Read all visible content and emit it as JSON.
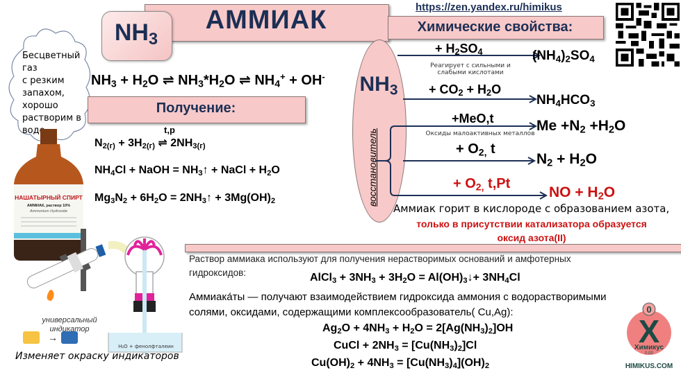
{
  "header": {
    "title": "АММИАК",
    "formula": {
      "base": "NH",
      "sub": "3"
    },
    "url": "https://zen.yandex.ru/himikus"
  },
  "properties_note": {
    "lines": [
      "Бесцветный газ",
      "с резким",
      "запахом,",
      "хорошо",
      "растворим в",
      "воде"
    ]
  },
  "hydration": {
    "p1": "NH",
    "s1": "3",
    "p2": " + H",
    "s2": "2",
    "p3": "O ⇌ NH",
    "s3": "3",
    "p4": "*H",
    "s4": "2",
    "p5": "O ⇌ NH",
    "s5": "4",
    "sup1": "+",
    "p6": " + OH",
    "sup2": "-"
  },
  "obtaining": {
    "title": "Получение:",
    "conditions": "t,p",
    "eq1": {
      "a": "N",
      "a_sub": "2(г)",
      "b": " + 3H",
      "b_sub": "2(г)",
      "arrow": " ⇌ ",
      "c": "2NH",
      "c_sub": "3(г)"
    },
    "eq2": {
      "a": "NH",
      "a_sub": "4",
      "b": "Cl + NaOH = NH",
      "b_sub": "3",
      "c": "↑ + NaCl + H",
      "c_sub": "2",
      "d": "O"
    },
    "eq3": {
      "a": "Mg",
      "a_sub": "3",
      "b": "N",
      "b_sub": "2",
      "c": " + 6H",
      "c_sub": "2",
      "d": "O = 2NH",
      "d_sub": "3",
      "e": "↑ + 3Mg(OH)",
      "e_sub": "2"
    }
  },
  "chemical_properties": {
    "title": "Химические свойства:",
    "center": {
      "base": "NH",
      "sub": "3"
    },
    "reducer_label": "восстановитель",
    "reactions": [
      {
        "reagent": "+  H",
        "reagent_sub": "2",
        "reagent_tail": "SO",
        "reagent_sub2": "4",
        "note": "Реагирует с сильными и",
        "note2": "слабыми кислотами",
        "product": "(NH",
        "product_sub": "4",
        "product_tail": ")",
        "product_sub2": "2",
        "product_tail2": "SO",
        "product_sub3": "4"
      },
      {
        "reagent": "+ CO",
        "reagent_sub": "2",
        "reagent_tail": " + H",
        "reagent_sub2": "2",
        "reagent_tail2": "O",
        "product": "NH",
        "product_sub": "4",
        "product_tail": "HCO",
        "product_sub2": "3"
      },
      {
        "reagent": "+MeO,t",
        "note": "Оксиды малоактивных металлов",
        "product": "Me +N",
        "product_sub": "2",
        "product_tail": " +H",
        "product_sub2": "2",
        "product_tail2": "O"
      },
      {
        "reagent": "+ O",
        "reagent_sub": "2,",
        "reagent_tail": " t",
        "product": "N",
        "product_sub": "2",
        "product_tail": " + H",
        "product_sub2": "2",
        "product_tail2": "O"
      },
      {
        "reagent": "+ O",
        "reagent_sub": "2,",
        "reagent_tail": "  t,Pt",
        "product": "NO + H",
        "product_sub": "2",
        "product_tail": "O",
        "highlight": true
      }
    ],
    "burn_note": "Аммиак горит в кислороде с образованием азота,",
    "catalyst_note_1": "только в присутствии  катализатора  образуется",
    "catalyst_note_2": "оксид азота(II)"
  },
  "solution_use": {
    "text1": "Раствор аммиака используют для получения нерастворимых  оснований и амфотерных",
    "text2": "гидроксидов:",
    "eq": {
      "a": "AlCl",
      "a_sub": "3",
      "b": " + 3NH",
      "b_sub": "3",
      "c": " + 3H",
      "c_sub": "2",
      "d": "O = Al(OH)",
      "d_sub": "3",
      "e": "↓+ 3NH",
      "e_sub": "4",
      "f": "Cl"
    }
  },
  "ammoniates": {
    "text1": "Аммиака́ты — получают взаимодействием гидроксида аммония с водорастворимыми",
    "text2": "солями, оксидами, содержащими комплексообразователь( Cu,Ag):",
    "eq1": {
      "a": "Ag",
      "a_sub": "2",
      "b": "O + 4NH",
      "b_sub": "3",
      "c": " + H",
      "c_sub": "2",
      "d": "O = 2[Ag(NH",
      "d_sub": "3",
      "e": ")",
      "e_sub": "2",
      "f": "]OH"
    },
    "eq2": {
      "a": "CuCl + 2NH",
      "a_sub": "3",
      "b": " = [Cu(NH",
      "b_sub": "3",
      "c": ")",
      "c_sub": "2",
      "d": "]Cl"
    },
    "eq3": {
      "a": "Cu(OH)",
      "a_sub": "2",
      "b": " + 4NH",
      "b_sub": "3",
      "c": " = [Cu(NH",
      "c_sub": "3",
      "d": ")",
      "d_sub": "4",
      "e": "](OH)",
      "e_sub": "2"
    }
  },
  "lab": {
    "bottle_label_1": "НАШАТЫРНЫЙ СПИРТ",
    "bottle_label_2": "АММИАК, раствор 10%",
    "bottle_label_3": "Ammonium Hydroxide",
    "indicator_label_1": "универсальный",
    "indicator_label_2": "индикатор",
    "arrow": "→",
    "fountain_label": "H₂O + фенолфталеин",
    "caption": "Изменяет окраску индикаторов"
  },
  "logo": {
    "top_number": "0",
    "letter": "X",
    "name": "Химикус",
    "mass": "0.00",
    "site": "HIMIKUS.COM"
  },
  "colors": {
    "pink": "#f8c9c9",
    "navy": "#1c2f55",
    "red": "#cc1111",
    "indicator_before": "#f6c343",
    "indicator_after": "#2f6db5",
    "fountain": "#e0239a",
    "logo_circle": "#f08080",
    "logo_text": "#1d4a44"
  }
}
